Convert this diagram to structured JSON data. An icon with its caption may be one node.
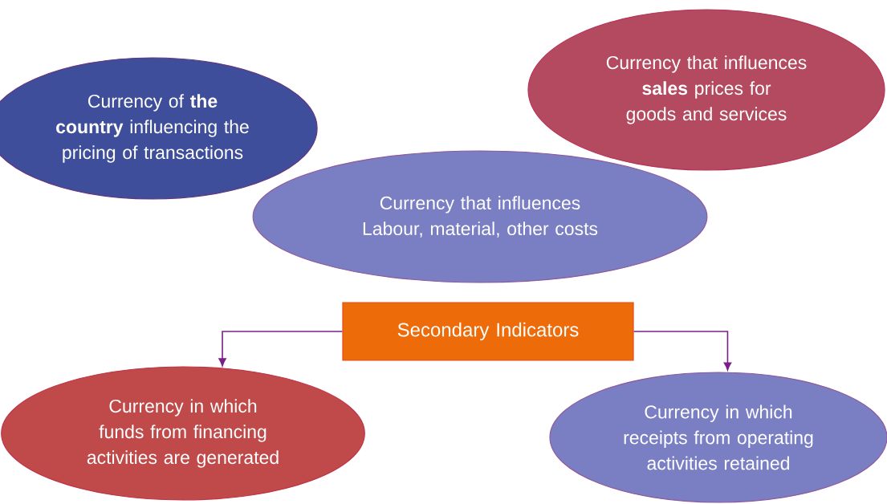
{
  "diagram": {
    "nodes": [
      {
        "text": [
          "Currency of **the country** influencing the pricing of transactions"
        ]
      },
      {
        "text": [
          "Currency that influences **sales** prices for goods and services"
        ]
      },
      {
        "text": [
          "Currency that influences Labour, material, other costs"
        ]
      },
      {
        "text": [
          "Secondary Indicators"
        ]
      },
      {
        "text": [
          "Currency in which funds from financing activities are generated"
        ]
      },
      {
        "text": [
          "Currency in which receipts from operating activities retained"
        ]
      }
    ],
    "edges": [
      {
        "from": 3,
        "to": 4,
        "arrow": "to"
      },
      {
        "from": 3,
        "to": 5,
        "arrow": "to"
      }
    ]
  }
}
